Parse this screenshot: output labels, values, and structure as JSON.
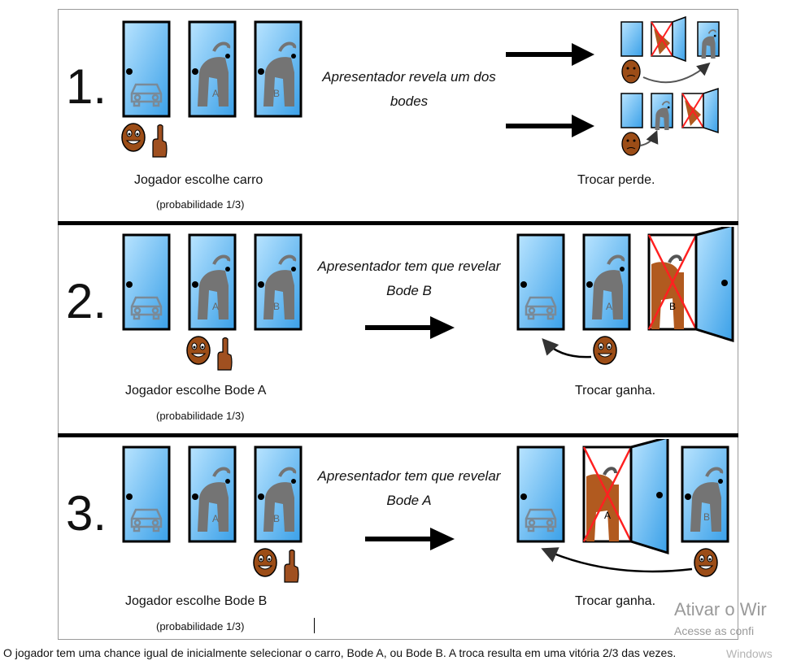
{
  "panels": [
    {
      "number": "1.",
      "host": "Apresentador revela um dos bodes",
      "player": "Jogador escolhe carro",
      "probability": "(probabilidade 1/3)",
      "result": "Trocar perde."
    },
    {
      "number": "2.",
      "host": "Apresentador tem que revelar Bode B",
      "player": "Jogador escolhe Bode A",
      "probability": "(probabilidade 1/3)",
      "result": "Trocar ganha."
    },
    {
      "number": "3.",
      "host": "Apresentador tem que revelar Bode A",
      "player": "Jogador escolhe Bode B",
      "probability": "(probabilidade 1/3)",
      "result": "Trocar ganha."
    }
  ],
  "door_labels": {
    "goat_a": "A",
    "goat_b": "B"
  },
  "caption": "O jogador tem uma chance igual de inicialmente selecionar o carro, Bode A, ou Bode B. A troca resulta em uma vitória 2/3 das vezes.",
  "watermark": {
    "title": "Ativar o Wir",
    "subtitle": "Acesse as confi",
    "faint": "Windows"
  },
  "colors": {
    "door": "#4fb0ec",
    "door_light": "#b9e4ff",
    "goat": "#747474",
    "goat_revealed": "#b15a1f",
    "face": "#9c4d17",
    "cross": "#ff2020",
    "divider": "#000000"
  },
  "icons": [
    "car-icon",
    "goat-icon",
    "face-icon",
    "pointing-hand-icon",
    "arrow-icon",
    "red-cross-icon"
  ]
}
